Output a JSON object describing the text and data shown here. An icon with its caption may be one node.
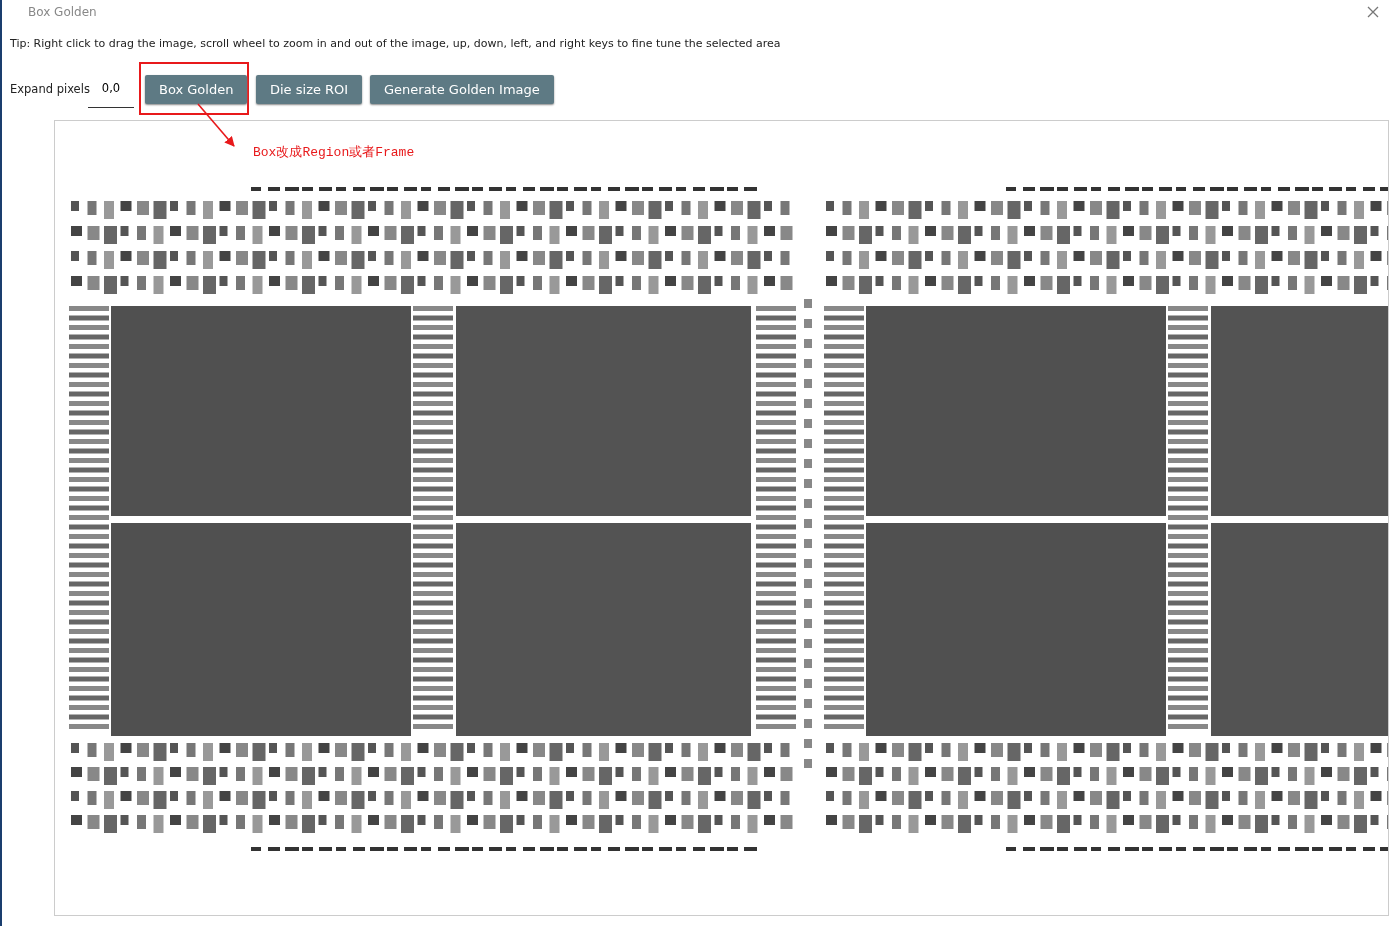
{
  "diagram": {
    "title": "Box Golden",
    "nodes": [
      {
        "text": [],
        "shape": "box"
      },
      {
        "text": [
          "Box Golden"
        ],
        "in": 0
      },
      {
        "text": [
          "Die size ROI"
        ]
      },
      {
        "text": [
          "Generate Golden Image"
        ]
      },
      {
        "text": [
          "Box改成Region或者Frame"
        ]
      }
    ],
    "edges": [
      {
        "from": 1,
        "to": 4,
        "arrow": "to"
      }
    ],
    "labels": [
      "Tip: Right click to drag the image, scroll wheel to zoom in and out of the image, up, down, left, and right keys to fine tune the selected area",
      "Expand pixels",
      "0,0"
    ]
  }
}
